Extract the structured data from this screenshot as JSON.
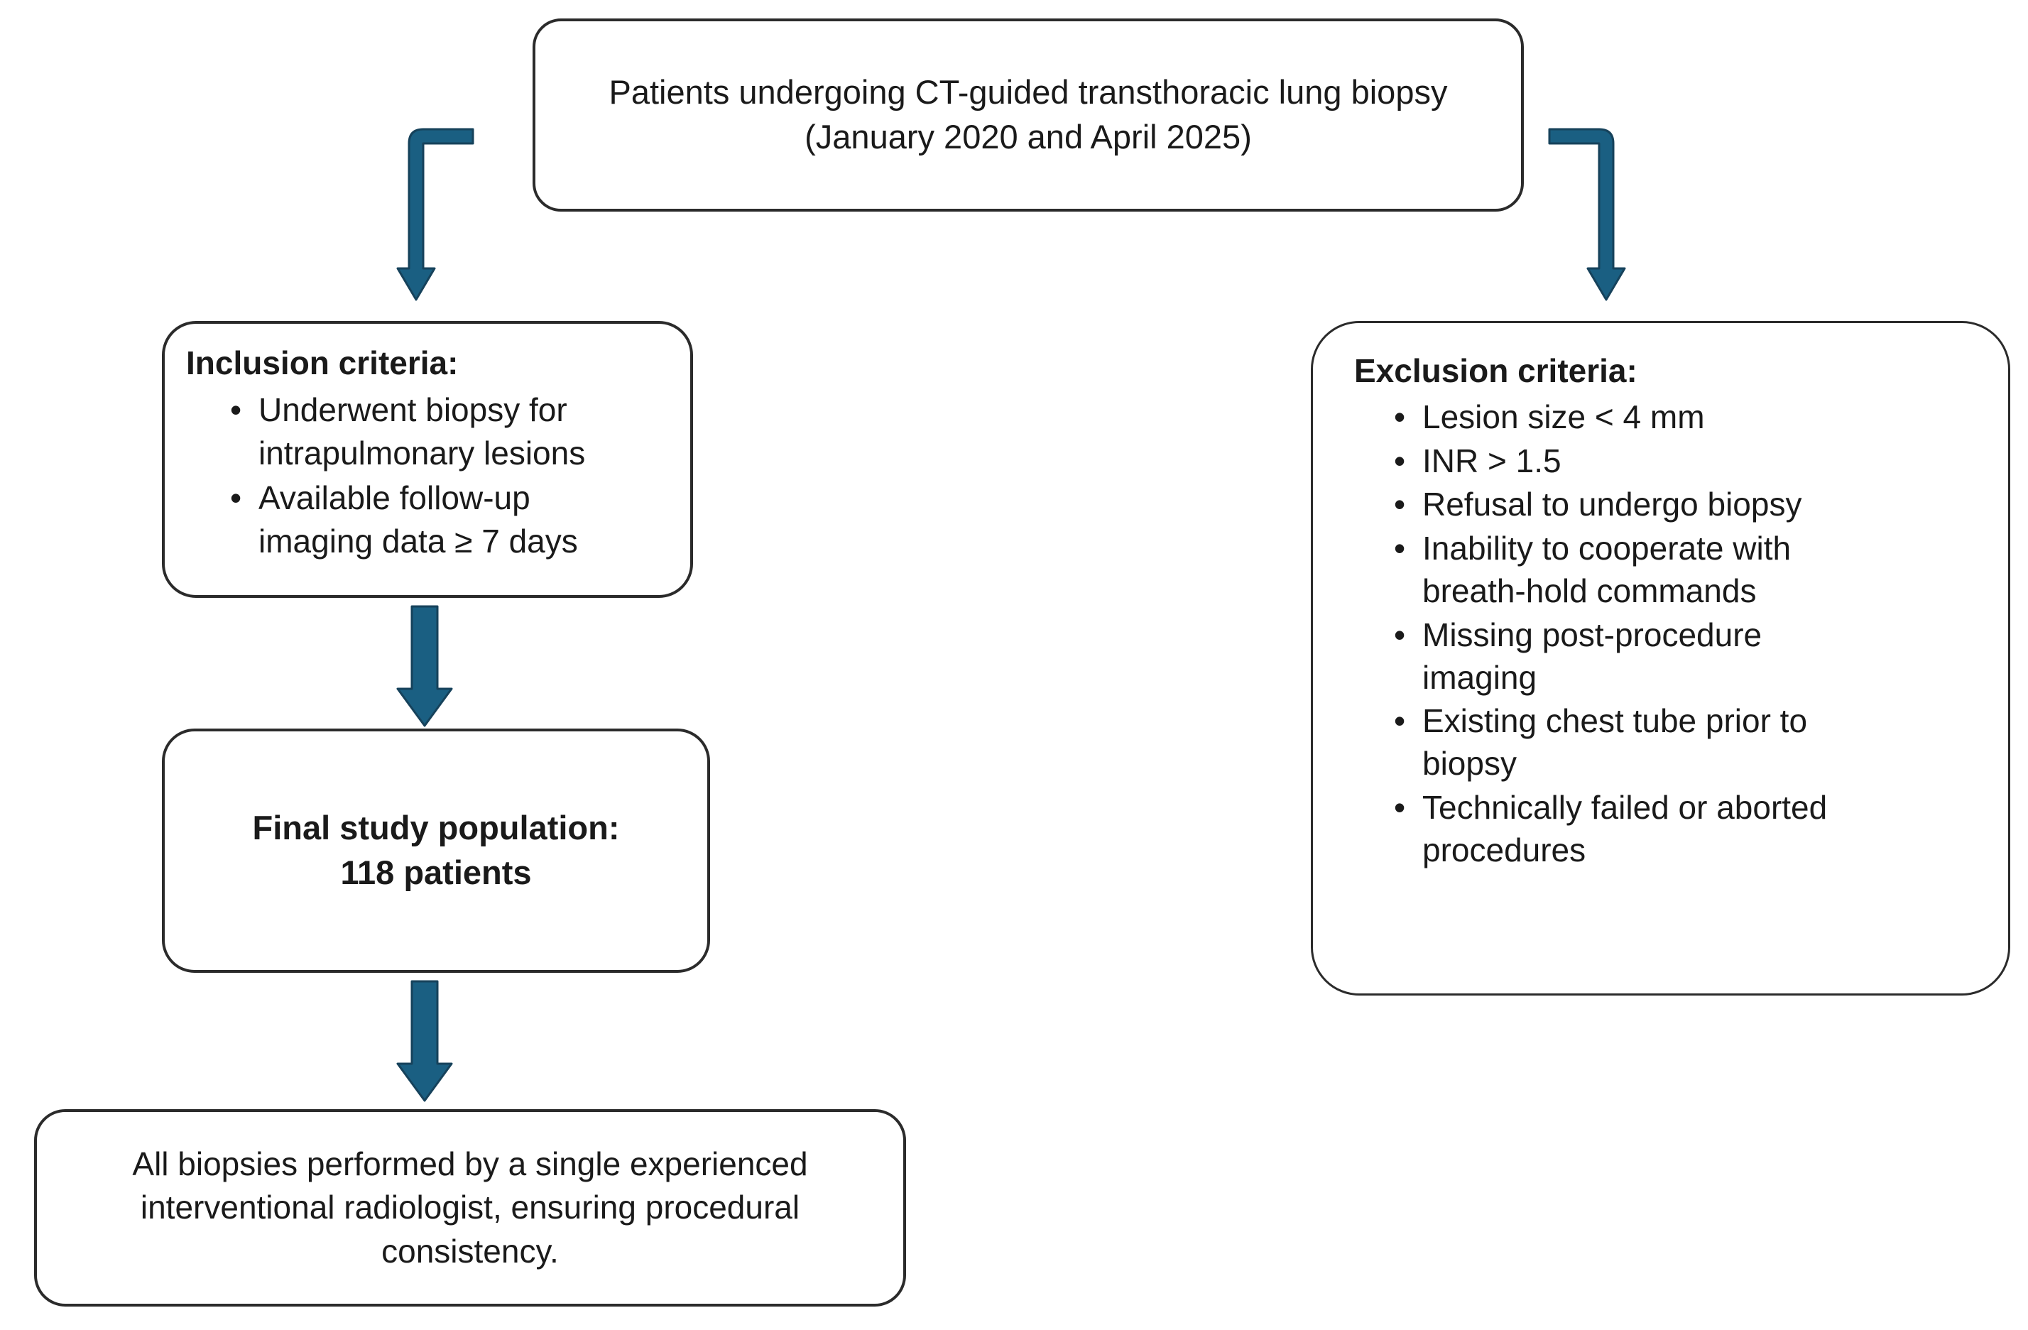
{
  "diagram": {
    "type": "flowchart",
    "title": "Study population selection flowchart",
    "accent_color": "#1A5F82",
    "accent_edge_color": "#123F58",
    "box_border_color": "#2B2B2B",
    "background_color": "#FFFFFF",
    "text_color": "#1A1A1A"
  },
  "nodes": {
    "source": {
      "name": "source-population-box",
      "lines": [
        "Patients undergoing CT-guided transthoracic lung biopsy",
        "(January 2020 and April 2025)"
      ]
    },
    "inclusion": {
      "name": "inclusion-criteria-box",
      "heading": "Inclusion criteria:",
      "bullet_glyph": "•",
      "items": [
        "Underwent biopsy for\nintrapulmonary lesions",
        "Available follow-up\nimaging data ≥ 7 days"
      ]
    },
    "exclusion": {
      "name": "exclusion-criteria-box",
      "heading": "Exclusion criteria:",
      "bullet_glyph": "•",
      "items": [
        "Lesion size < 4 mm",
        "INR > 1.5",
        "Refusal to undergo biopsy",
        "Inability to cooperate with\nbreath-hold commands",
        "Missing post-procedure\nimaging",
        "Existing chest tube prior to\nbiopsy",
        "Technically failed or aborted\nprocedures"
      ]
    },
    "final": {
      "name": "final-study-population-box",
      "lines": [
        "Final study population:",
        "118 patients"
      ]
    },
    "note": {
      "name": "procedural-consistency-note-box",
      "lines": [
        "All biopsies performed by a single experienced",
        "interventional radiologist, ensuring procedural",
        "consistency."
      ]
    }
  },
  "connectors": [
    {
      "name": "arrow-source-to-inclusion",
      "icon": "elbow-arrow-down-left-icon",
      "from": "source",
      "to": "inclusion"
    },
    {
      "name": "arrow-source-to-exclusion",
      "icon": "elbow-arrow-down-right-icon",
      "from": "source",
      "to": "exclusion"
    },
    {
      "name": "arrow-inclusion-to-final",
      "icon": "arrow-down-icon",
      "from": "inclusion",
      "to": "final"
    },
    {
      "name": "arrow-final-to-note",
      "icon": "arrow-down-icon",
      "from": "final",
      "to": "note"
    }
  ]
}
